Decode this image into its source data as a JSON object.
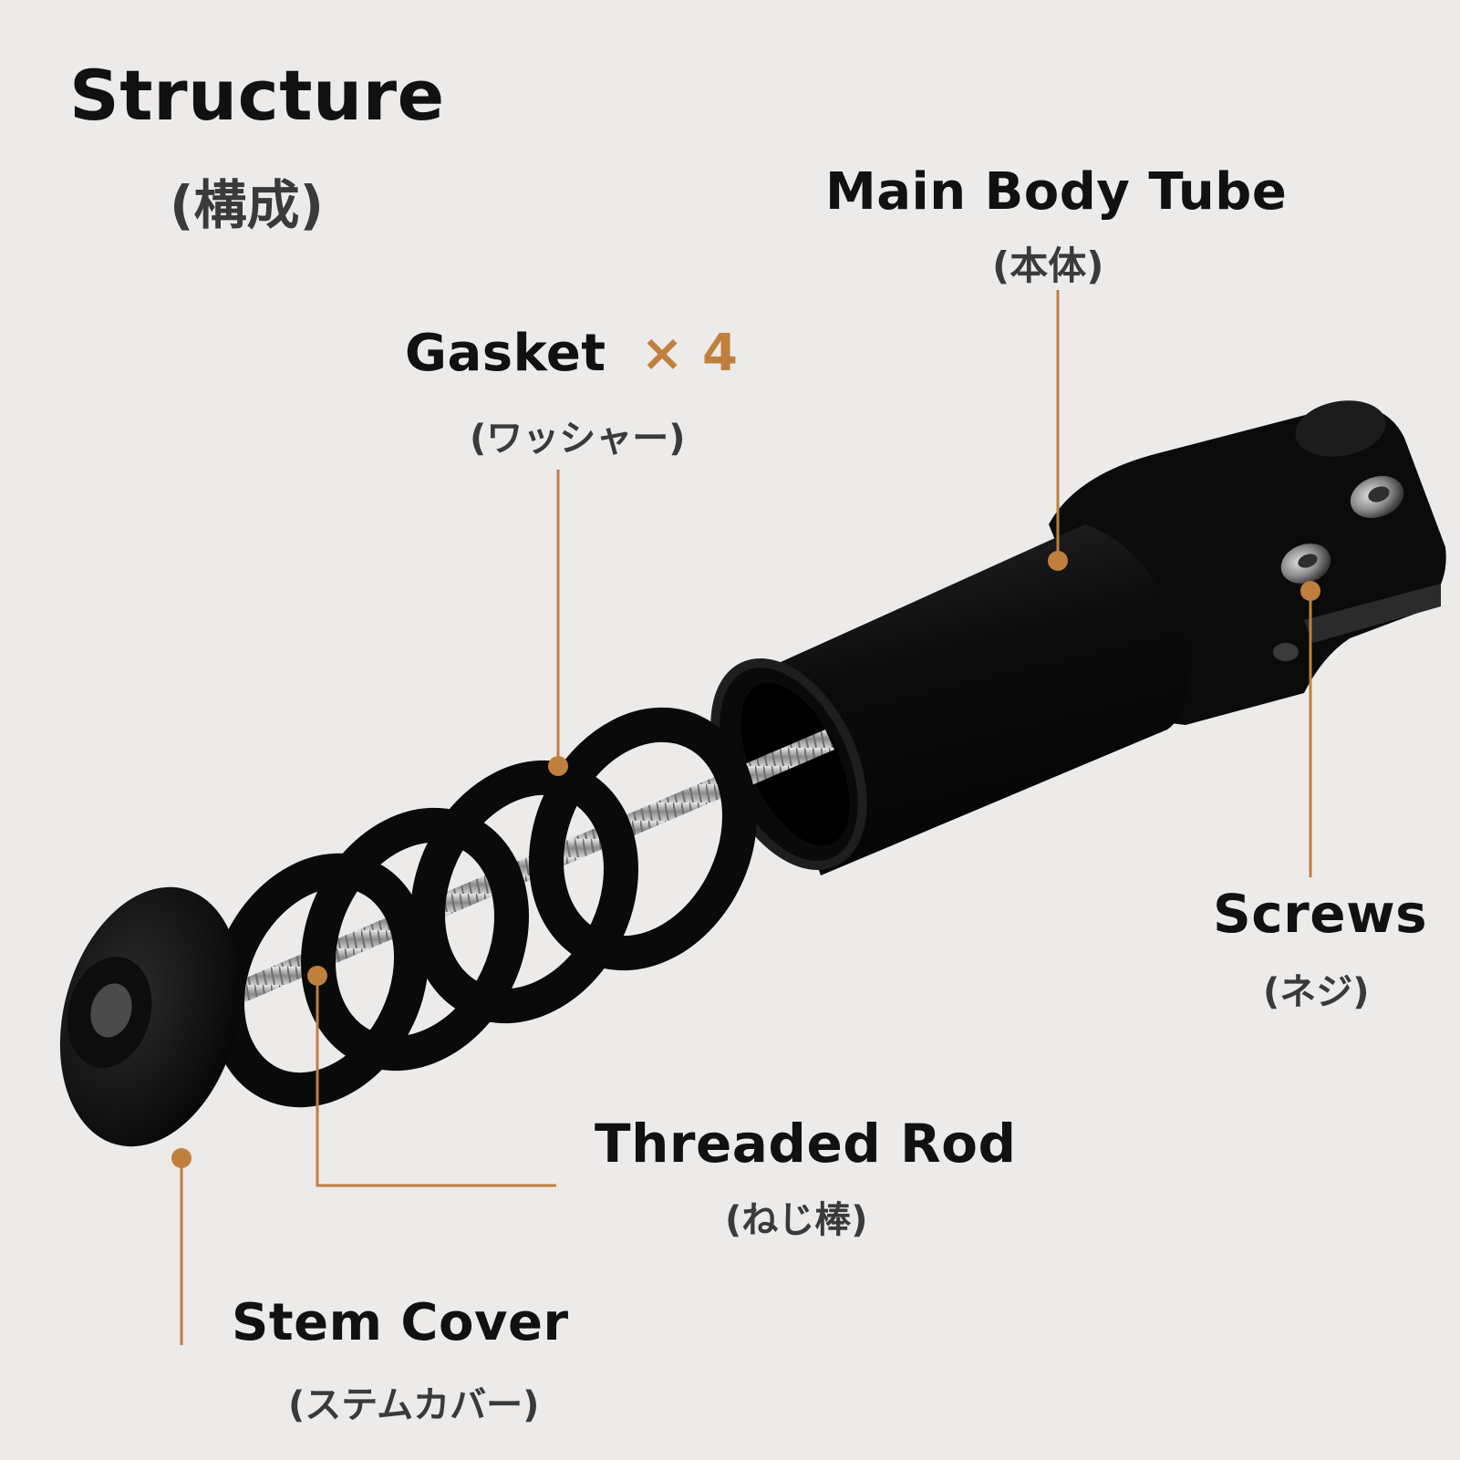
{
  "title": {
    "en": "Structure",
    "jp": "(構成)"
  },
  "accent_color": "#c17f3e",
  "labels": {
    "main_body_tube": {
      "en": "Main Body Tube",
      "jp": "(本体)"
    },
    "gasket": {
      "en": "Gasket",
      "count": "× 4",
      "jp": "(ワッシャー)"
    },
    "screws": {
      "en": "Screws",
      "jp": "(ネジ)"
    },
    "threaded_rod": {
      "en": "Threaded Rod",
      "jp": "(ねじ棒)"
    },
    "stem_cover": {
      "en": "Stem Cover",
      "jp": "(ステムカバー)"
    }
  }
}
